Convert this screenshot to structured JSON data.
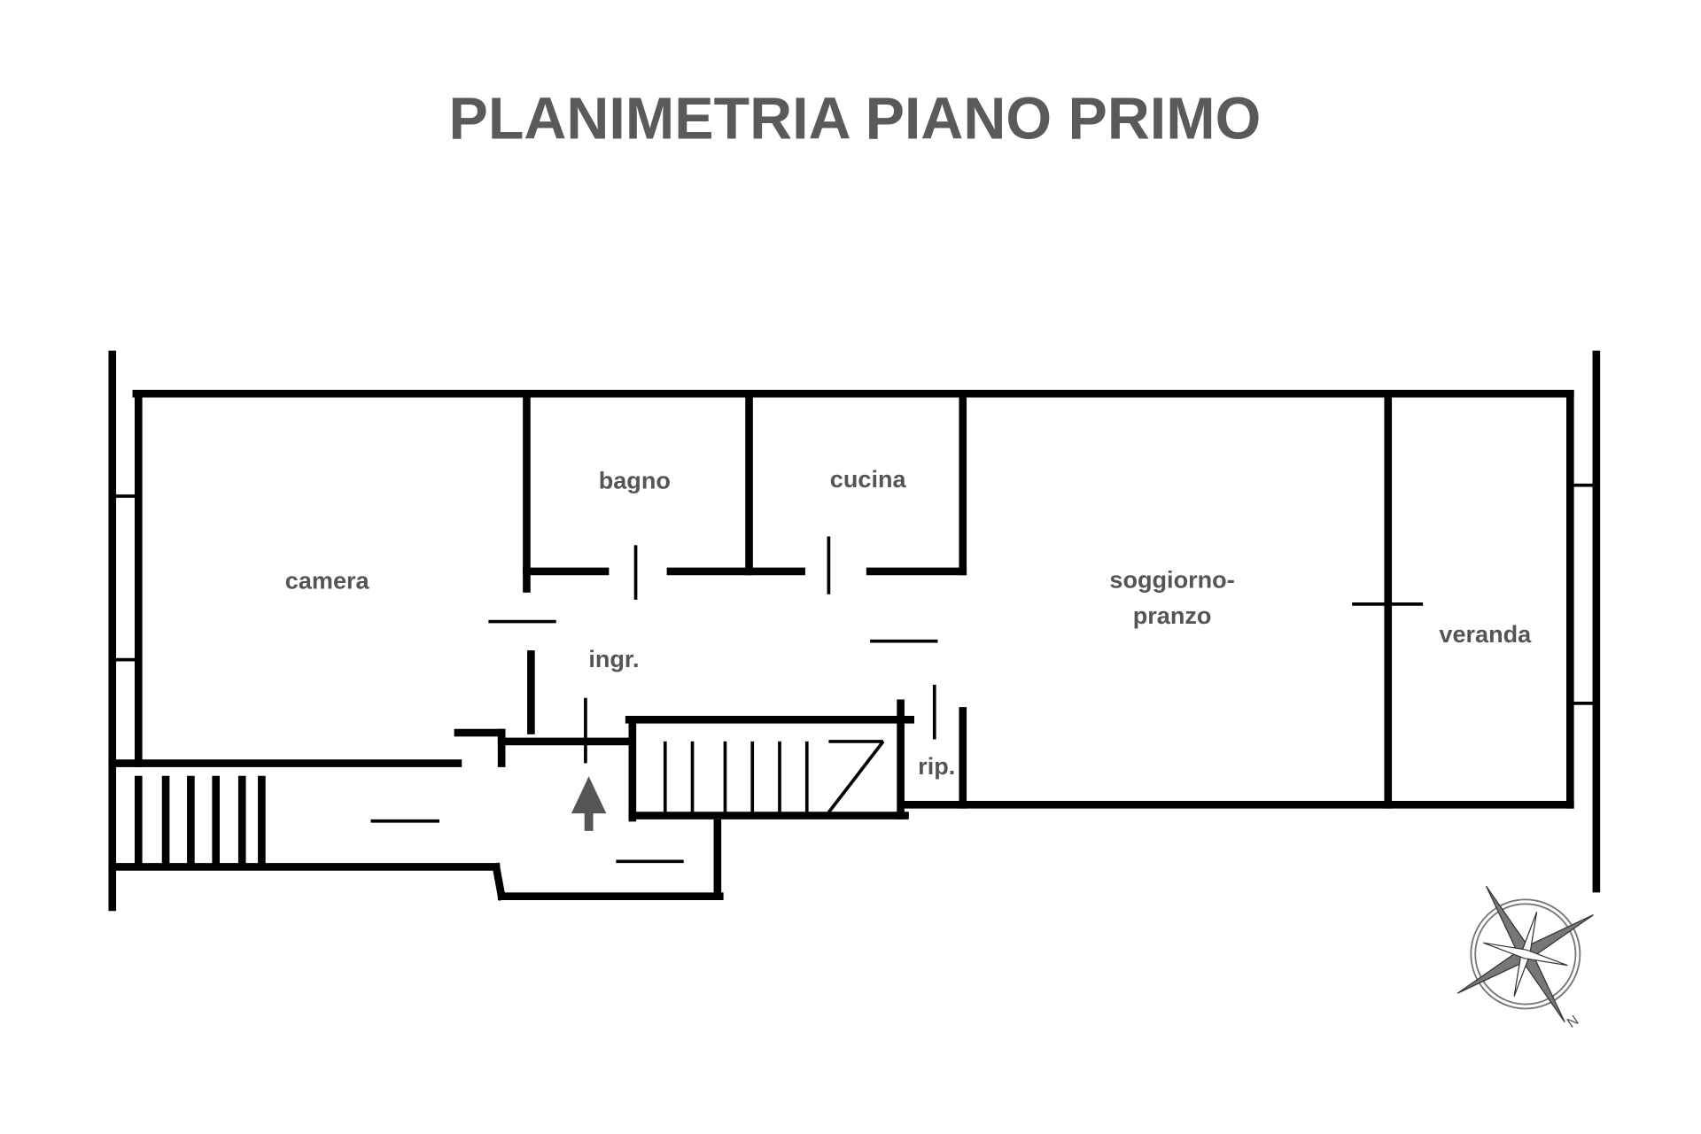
{
  "title": "PLANIMETRIA PIANO PRIMO",
  "rooms": {
    "camera": "camera",
    "bagno": "bagno",
    "cucina": "cucina",
    "soggiorno_line1": "soggiorno-",
    "soggiorno_line2": "pranzo",
    "veranda": "veranda",
    "ingresso": "ingr.",
    "ripostiglio": "rip."
  },
  "compass": {
    "north_label": "N"
  },
  "colors": {
    "text": "#5a5a5a",
    "walls": "#000000"
  }
}
